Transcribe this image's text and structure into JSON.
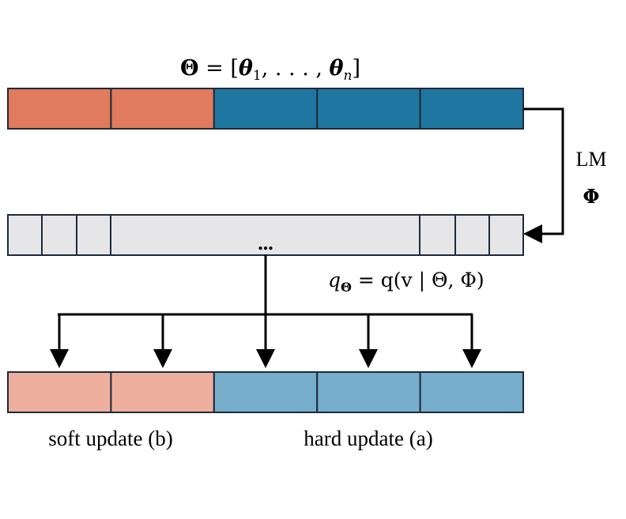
{
  "top_row": {
    "label_prefix": "Θ",
    "label_eq": " = [",
    "label_theta": "θ",
    "label_sub1": "1",
    "label_dots": ", . . . , ",
    "label_subn": "n",
    "label_close": "]",
    "cells": [
      {
        "color": "#e07b5e"
      },
      {
        "color": "#e07b5e"
      },
      {
        "color": "#1f76a0"
      },
      {
        "color": "#1f76a0"
      },
      {
        "color": "#1f76a0"
      }
    ]
  },
  "lm_label": "LM",
  "phi_label": "Φ",
  "vocab_row": {
    "fill": "#e6e6e8",
    "dots": "...",
    "formula_q": "q",
    "formula_qsub": "Θ",
    "formula_rest": " = q(v | Θ, Φ)"
  },
  "bottom_row": {
    "cells": [
      {
        "color": "#efaf9e"
      },
      {
        "color": "#efaf9e"
      },
      {
        "color": "#76aecb"
      },
      {
        "color": "#76aecb"
      },
      {
        "color": "#76aecb"
      }
    ]
  },
  "labels": {
    "soft_update": "soft update (b)",
    "hard_update": "hard update (a)"
  },
  "colors": {
    "stroke": "#1e2a3a",
    "arrow": "#000000"
  }
}
